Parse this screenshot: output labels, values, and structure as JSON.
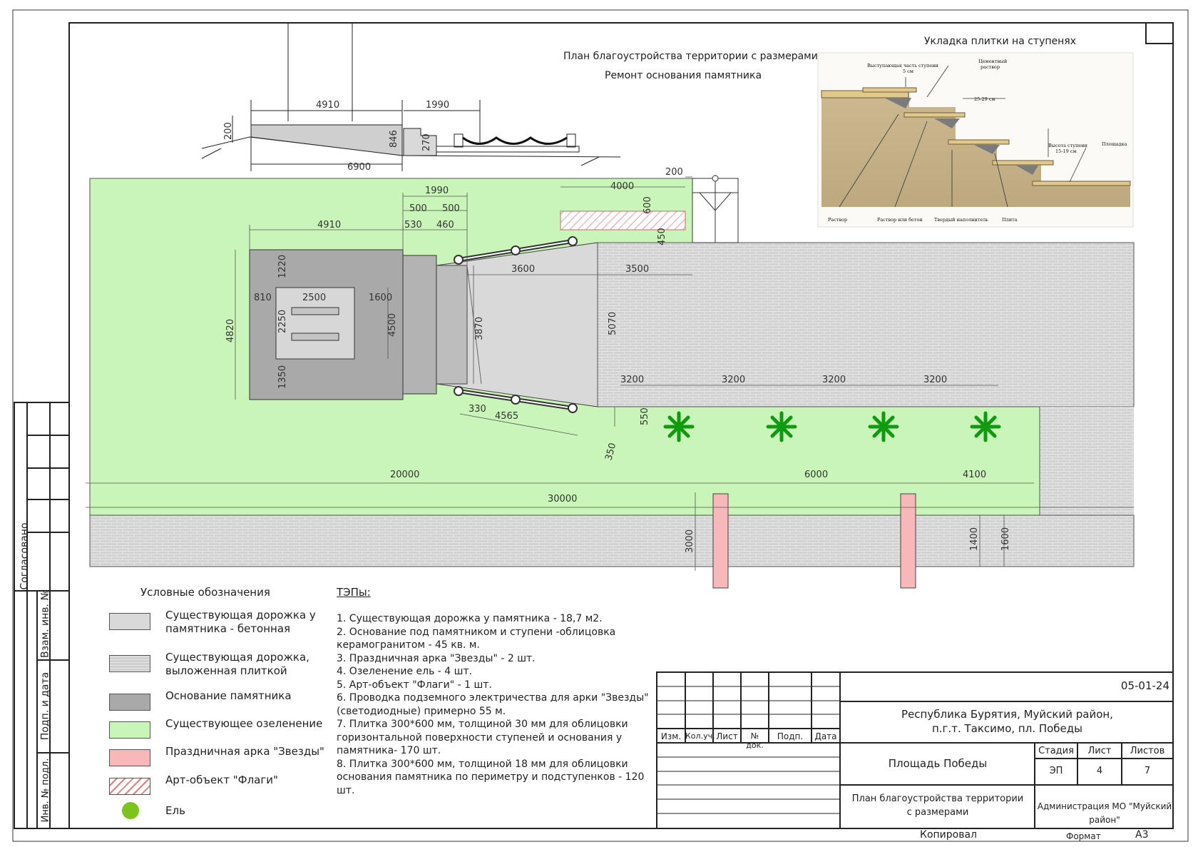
{
  "title_main": "План благоустройства территории с размерами",
  "title_sub": "Ремонт основания памятника",
  "steps_title": "Укладка плитки на ступенях",
  "steps_labels": {
    "protruding": "Выступающая часть ступени",
    "protruding_size": "5 см",
    "cement": "Цементный",
    "cement2": "раствор",
    "tread": "25-29 см",
    "height": "Высота ступени",
    "height_val": "15-19 см",
    "landing": "Площадка",
    "mortar": "Раствор",
    "mortar_concrete": "Раствор или бетон",
    "filler": "Твердый наполнитель",
    "slab": "Плита"
  },
  "section_dims": [
    "4910",
    "1990",
    "6900",
    "200",
    "846",
    "270"
  ],
  "plan_dims": {
    "top": [
      "1990",
      "500",
      "500",
      "4910",
      "530",
      "460",
      "4000",
      "200",
      "600",
      "450"
    ],
    "monument": [
      "1220",
      "810",
      "2500",
      "1600",
      "4820",
      "2250",
      "4500",
      "1350",
      "3870"
    ],
    "path": [
      "3600",
      "3500",
      "5070"
    ],
    "stars": [
      "3200",
      "3200",
      "3200",
      "3200",
      "550"
    ],
    "bottom": [
      "330",
      "4565",
      "350",
      "20000",
      "6000",
      "4100",
      "30000",
      "3000",
      "1400",
      "1600"
    ]
  },
  "legend": {
    "title": "Условные обозначения",
    "items": [
      {
        "label": "Существующая дорожка у памятника - бетонная",
        "color": "#d9d9d9"
      },
      {
        "label": "Существующая дорожка, выложенная плиткой",
        "color": "#cfcfcf"
      },
      {
        "label": "Основание памятника",
        "color": "#a9a9a9"
      },
      {
        "label": "Существующее озеленение",
        "color": "#c9f5b8"
      },
      {
        "label": "Праздничная арка \"Звезды\"",
        "color": "#f6b8b8"
      },
      {
        "label": "Арт-объект \"Флаги\"",
        "color": "#ffffff"
      },
      {
        "label": "Ель",
        "color": "#7cc41b"
      }
    ]
  },
  "teps": {
    "title": "ТЭПы:",
    "items": [
      "1. Существующая дорожка у памятника - 18,7 м2.",
      "2. Основание под памятником и ступени -облицовка керамогранитом - 45 кв. м.",
      "3. Праздничная арка \"Звезды\" - 2 шт.",
      "4. Озеленение ель - 4 шт.",
      "5. Арт-объект \"Флаги\" - 1 шт.",
      "6. Проводка подземного электричества для арки \"Звезды\" (светодиодные) примерно 55 м.",
      "7. Плитка 300*600 мм, толщиной 30 мм для облицовки горизонтальной поверхности ступеней и основания у памятника- 170 шт.",
      "8. Плитка 300*600 мм, толщиной 18 мм  для облицовки основания памятника по периметру и подступенков - 120 шт."
    ]
  },
  "side_stamp": {
    "agreed": "Согласовано",
    "col1": "Взам. инв. №",
    "col2": "Подп. и дата",
    "col3": "Инв. № подл."
  },
  "stamp": {
    "code": "05-01-24",
    "address_line1": "Республика Бурятия, Муйский район,",
    "address_line2": "п.г.т. Таксимо, пл. Победы",
    "object": "Площадь Победы",
    "drawing_title_line1": "План благоустройства территории",
    "drawing_title_line2": "с размерами",
    "organization": "Администрация МО \"Муйский район\"",
    "headers": [
      "Изм.",
      "Кол.уч.",
      "Лист",
      "№ док.",
      "Подп.",
      "Дата"
    ],
    "stage_label": "Стадия",
    "sheet_label": "Лист",
    "sheets_label": "Листов",
    "stage": "ЭП",
    "sheet": "4",
    "sheets": "7",
    "copied": "Копировал",
    "format_label": "Формат",
    "format": "А3"
  }
}
